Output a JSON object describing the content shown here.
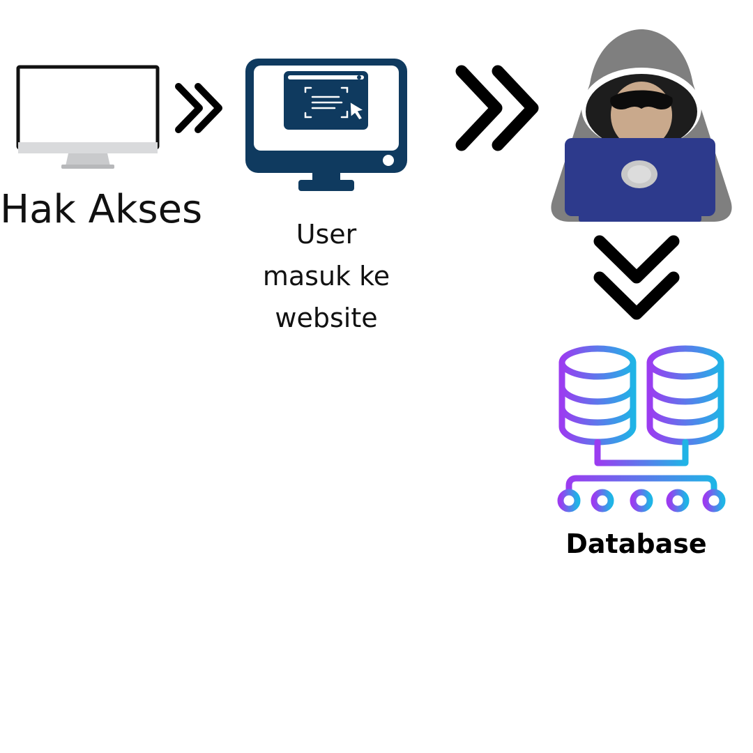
{
  "steps": [
    {
      "icon": "desktop-monitor-icon",
      "label": "Hak Akses"
    },
    {
      "icon": "website-monitor-icon",
      "label_lines": [
        "User",
        "masuk ke",
        "website"
      ]
    },
    {
      "icon": "hacker-icon",
      "label": ""
    },
    {
      "icon": "database-icon",
      "label": "Database"
    }
  ],
  "connectors": [
    "double-chevron-right-icon",
    "double-chevron-right-icon",
    "double-chevron-down-icon"
  ],
  "colors": {
    "monitor_blue": "#0f3a5f",
    "hood_gray": "#808080",
    "laptop_blue": "#2d3a8c",
    "db_gradient_start": "#9b3cf0",
    "db_gradient_end": "#1fb4e6"
  }
}
